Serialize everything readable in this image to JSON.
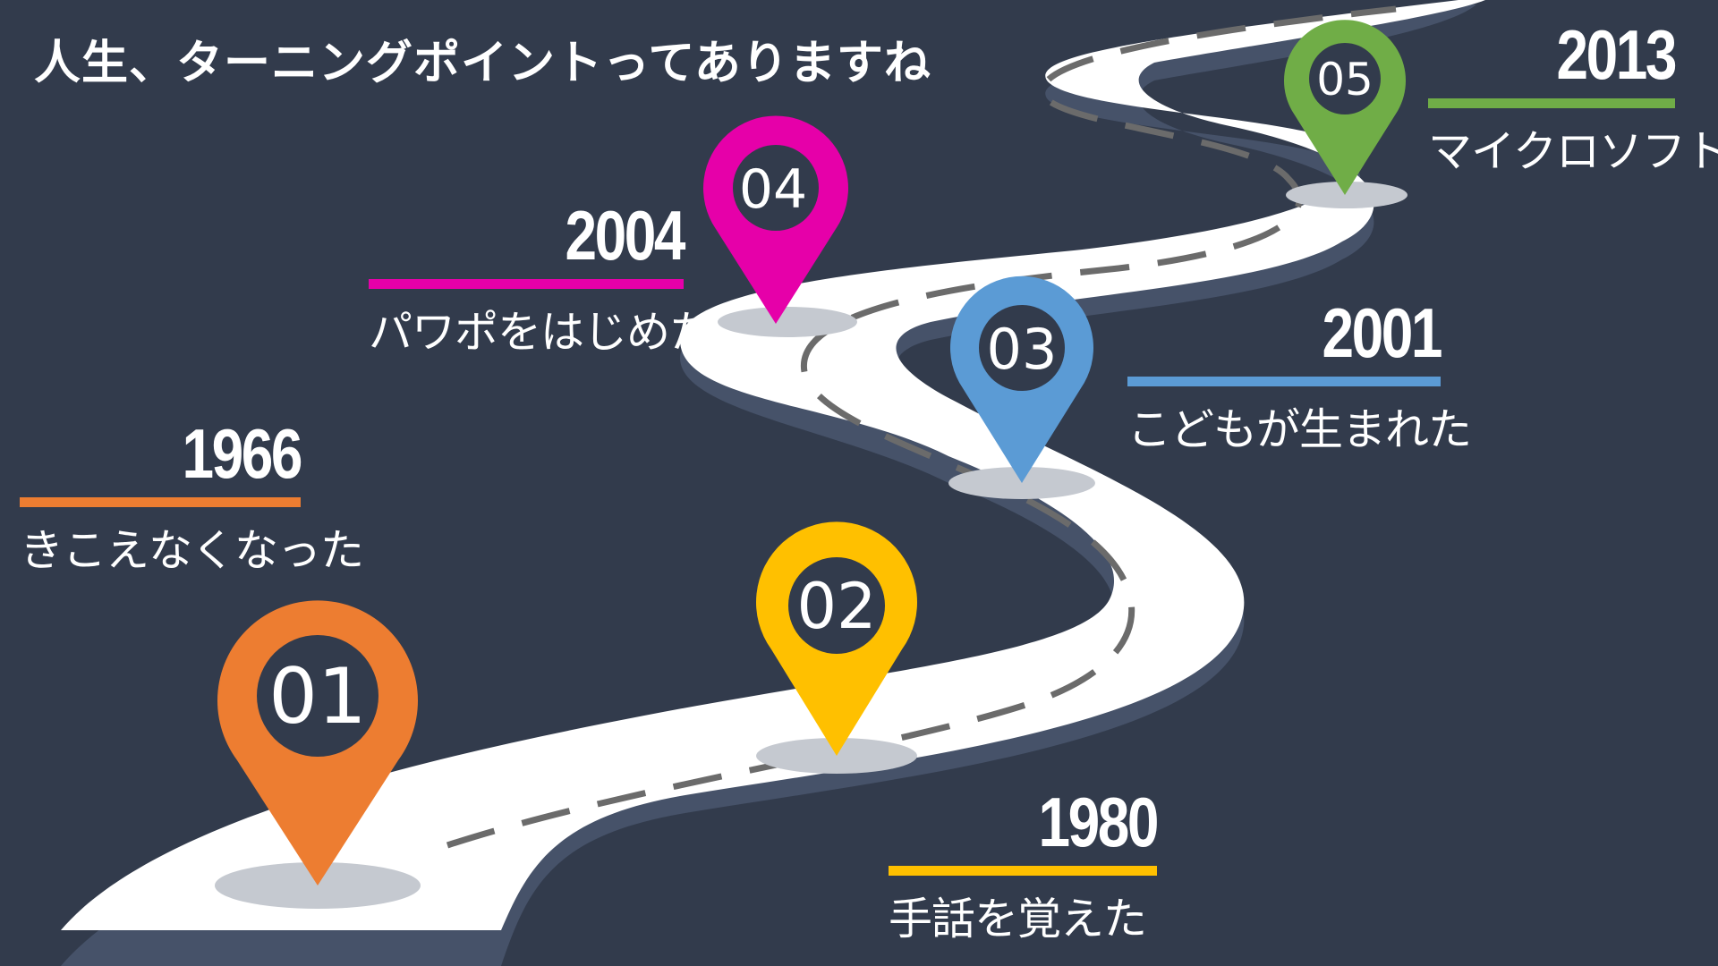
{
  "title": "人生、ターニングポイントってありますね",
  "colors": {
    "background": "#323b4c",
    "road": "#ffffff",
    "road_side": "#465269",
    "dash": "#6b6b6b",
    "pin_shadow": "#c5c9d0"
  },
  "milestones": [
    {
      "number": "01",
      "year": "1966",
      "event": "きこえなくなった",
      "color": "#ed7d31"
    },
    {
      "number": "02",
      "year": "1980",
      "event": "手話を覚えた",
      "color": "#ffc000"
    },
    {
      "number": "03",
      "year": "2001",
      "event": "こどもが生まれた",
      "color": "#5b9bd5"
    },
    {
      "number": "04",
      "year": "2004",
      "event": "パワポをはじめた",
      "color": "#e600a9"
    },
    {
      "number": "05",
      "year": "2013",
      "event": "マイクロソフト",
      "color": "#70ad47"
    }
  ]
}
